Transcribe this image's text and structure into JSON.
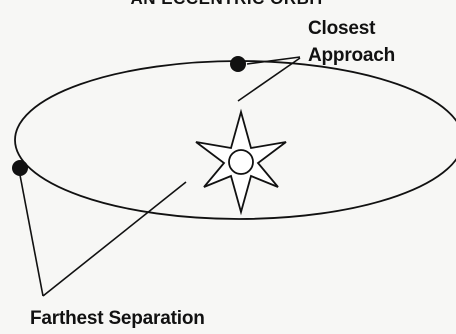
{
  "diagram": {
    "title": "AN ECCENTRIC ORBIT",
    "closest_label": {
      "line1": "Closest",
      "line2": "Approach"
    },
    "farthest_label": "Farthest Separation",
    "colors": {
      "ink": "#111111",
      "background": "#f7f7f5",
      "star_fill": "#ffffff"
    }
  }
}
